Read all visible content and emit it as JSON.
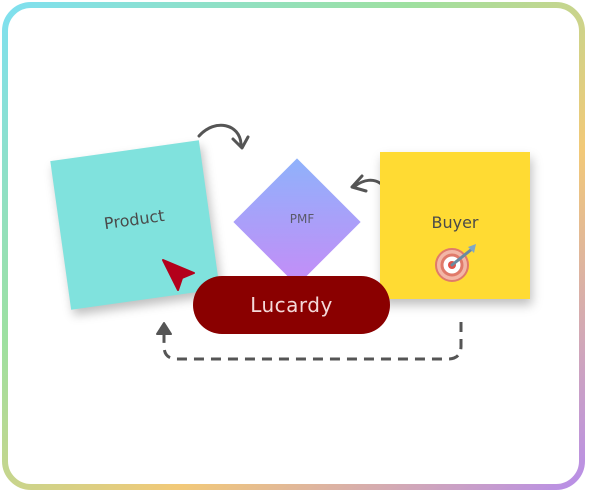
{
  "diagram": {
    "nodes": {
      "product": {
        "label": "Product"
      },
      "pmf": {
        "label": "PMF"
      },
      "buyer": {
        "label": "Buyer"
      },
      "brand": {
        "label": "Lucardy"
      }
    },
    "colors": {
      "product_note": "#80e2dd",
      "buyer_note": "#ffdb33",
      "pmf_gradient_start": "#8fb2fb",
      "pmf_gradient_end": "#c58cf7",
      "brand_pill": "#8a0000",
      "cursor": "#b3001b",
      "arrow": "#555555"
    },
    "icons": {
      "cursor": "pointer-cursor-icon",
      "target": "target-bullseye-icon"
    }
  }
}
